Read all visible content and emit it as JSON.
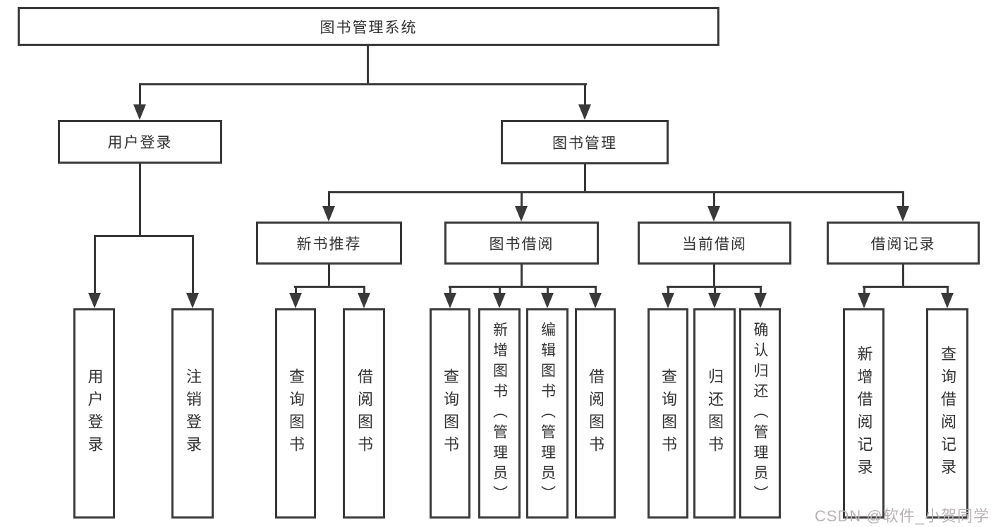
{
  "diagram_title": "图书管理系统",
  "nodes": {
    "root": "图书管理系统",
    "user_login": "用户登录",
    "book_mgmt": "图书管理",
    "new_books": "新书推荐",
    "book_borrow": "图书借阅",
    "current_borrow": "当前借阅",
    "borrow_records": "借阅记录",
    "leaf_user_login": "用户登录",
    "leaf_logout": "注销登录",
    "nb_query": "查询图书",
    "nb_borrow": "借阅图书",
    "bb_query": "查询图书",
    "bb_add": "新增图书（管理员）",
    "bb_edit": "编辑图书（管理员）",
    "bb_borrow": "借阅图书",
    "cb_query": "查询图书",
    "cb_return": "归还图书",
    "cb_confirm": "确认归还（管理员）",
    "br_add": "新增借阅记录",
    "br_query": "查询借阅记录"
  },
  "tree": {
    "label": "图书管理系统",
    "children": [
      {
        "label": "用户登录",
        "children": [
          {
            "label": "用户登录"
          },
          {
            "label": "注销登录"
          }
        ]
      },
      {
        "label": "图书管理",
        "children": [
          {
            "label": "新书推荐",
            "children": [
              {
                "label": "查询图书"
              },
              {
                "label": "借阅图书"
              }
            ]
          },
          {
            "label": "图书借阅",
            "children": [
              {
                "label": "查询图书"
              },
              {
                "label": "新增图书（管理员）"
              },
              {
                "label": "编辑图书（管理员）"
              },
              {
                "label": "借阅图书"
              }
            ]
          },
          {
            "label": "当前借阅",
            "children": [
              {
                "label": "查询图书"
              },
              {
                "label": "归还图书"
              },
              {
                "label": "确认归还（管理员）"
              }
            ]
          },
          {
            "label": "借阅记录",
            "children": [
              {
                "label": "新增借阅记录"
              },
              {
                "label": "查询借阅记录"
              }
            ]
          }
        ]
      }
    ]
  },
  "watermark": "CSDN @软件_小贺同学",
  "colors": {
    "line": "#3a3a3a",
    "text": "#333333",
    "background": "#ffffff",
    "watermark": "#b8b2b6"
  }
}
